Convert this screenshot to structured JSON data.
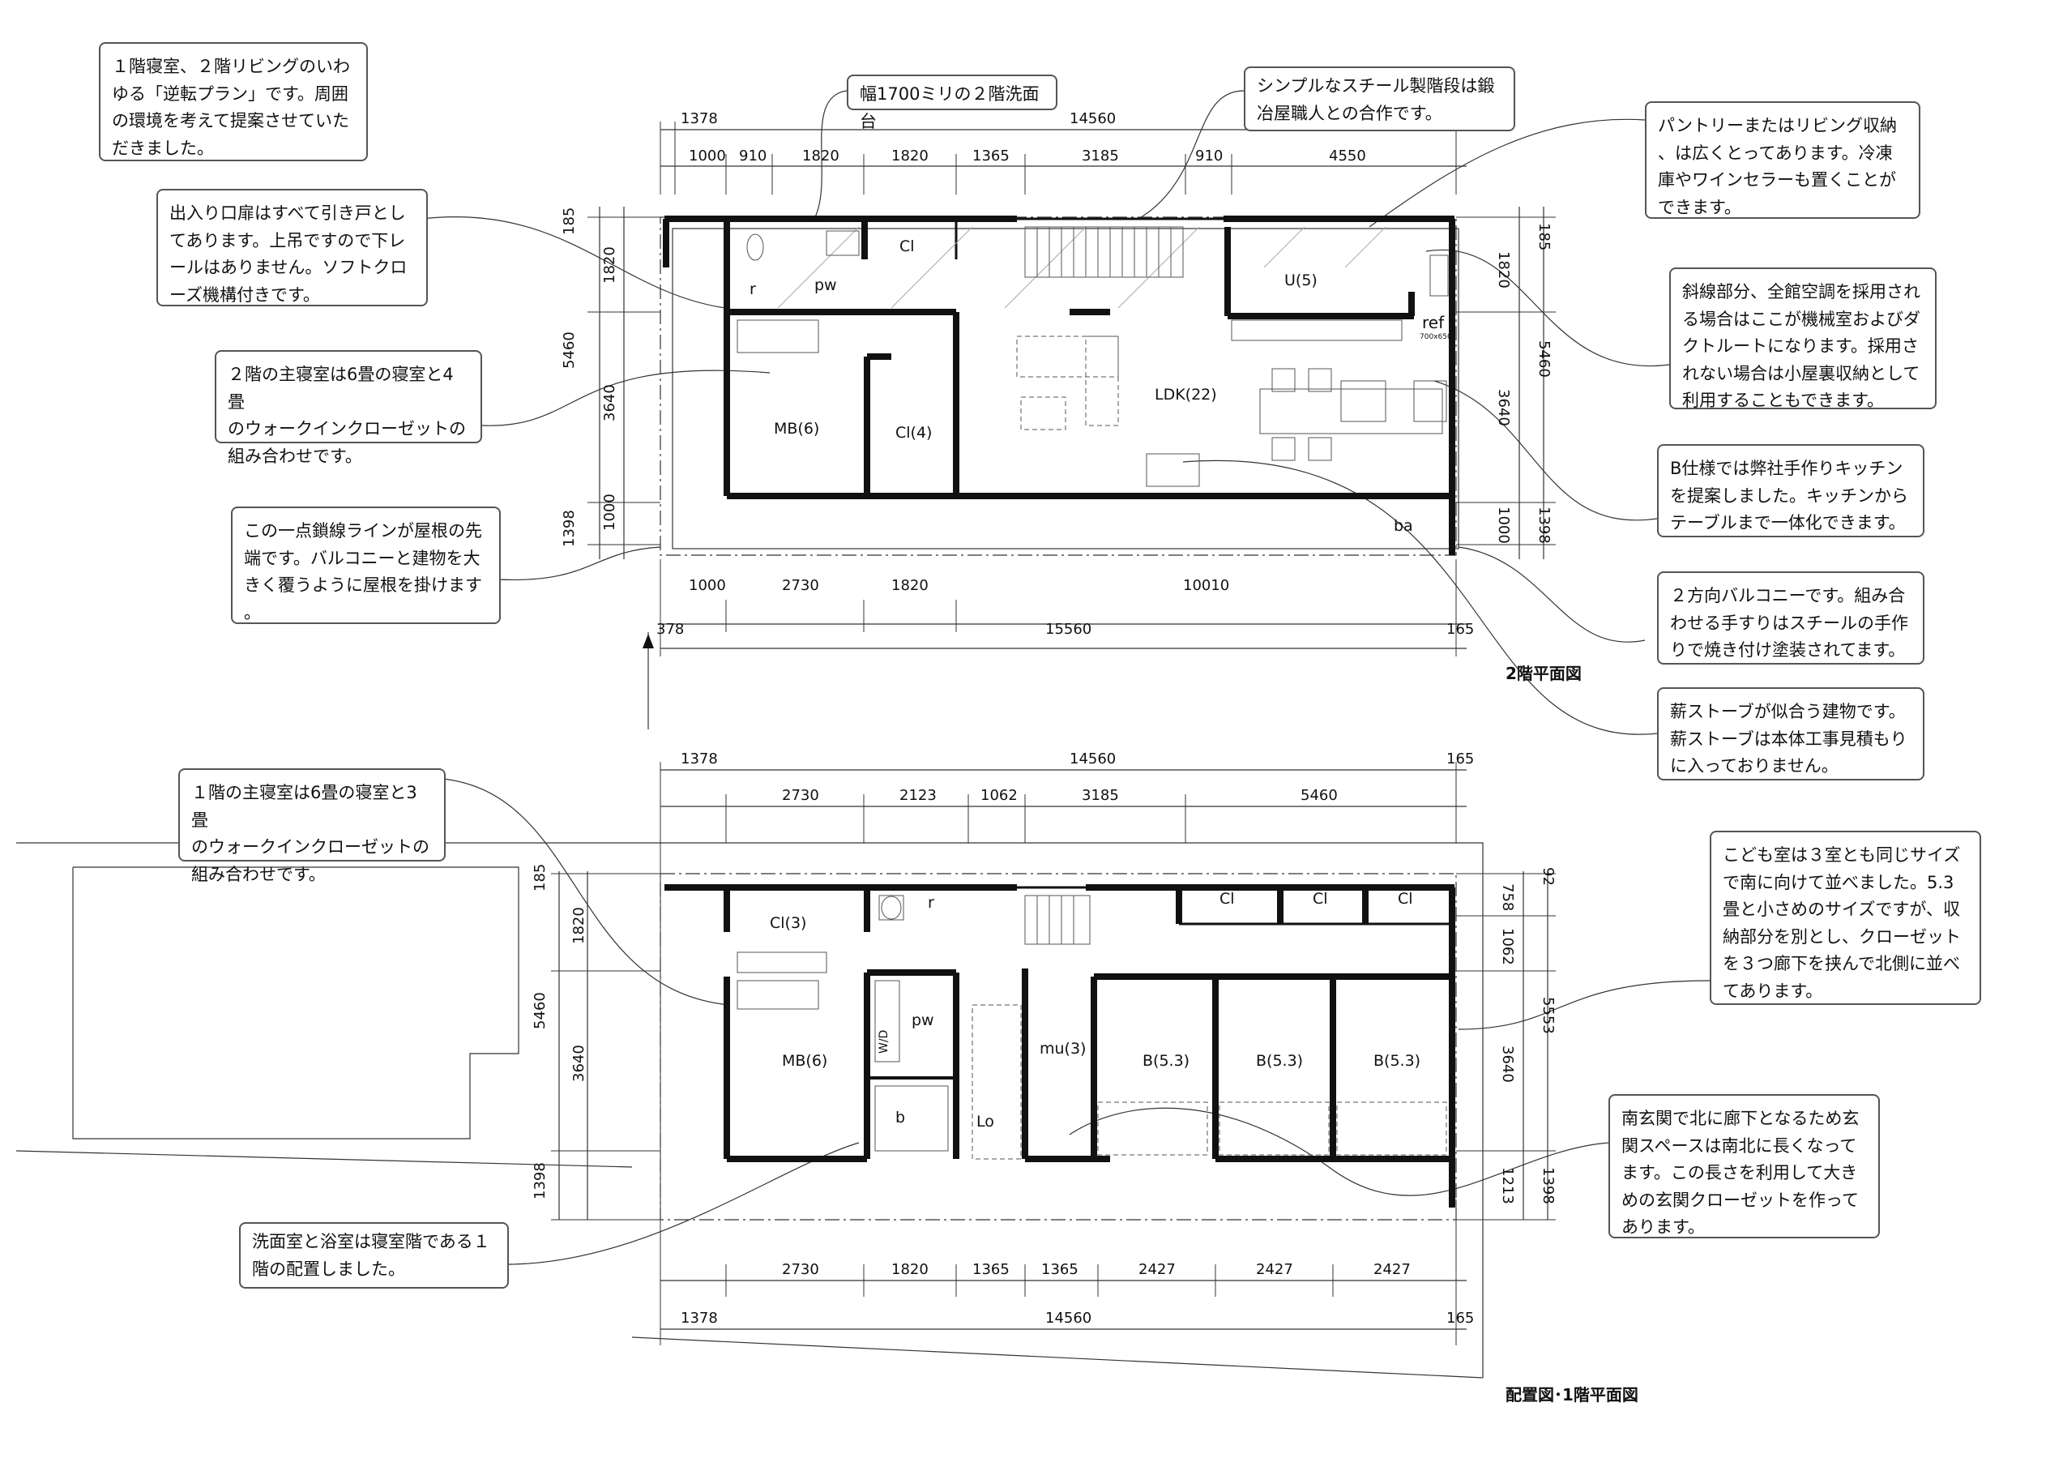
{
  "notes": [
    {
      "id": "n1",
      "text": "１階寝室、２階リビングのいわ\nゆる「逆転プラン」です。周囲\nの環境を考えて提案させていた\nだきました。"
    },
    {
      "id": "n2",
      "text": "幅1700ミリの２階洗面台"
    },
    {
      "id": "n3",
      "text": "シンプルなスチール製階段は鍛\n冶屋職人との合作です。"
    },
    {
      "id": "n4",
      "text": "パントリーまたはリビング収納\n、は広くとってあります。冷凍\n庫やワインセラーも置くことが\nできます。"
    },
    {
      "id": "n5",
      "text": "出入り口扉はすべて引き戸とし\nてあります。上吊ですので下レ\nールはありません。ソフトクロ\nーズ機構付きです。"
    },
    {
      "id": "n6",
      "text": "斜線部分、全館空調を採用され\nる場合はここが機械室およびダ\nクトルートになります。採用さ\nれない場合は小屋裏収納として\n利用することもできます。"
    },
    {
      "id": "n7",
      "text": "２階の主寝室は6畳の寝室と4畳\nのウォークインクローゼットの\n組み合わせです。"
    },
    {
      "id": "n8",
      "text": "B仕様では弊社手作りキッチン\nを提案しました。キッチンから\nテーブルまで一体化できます。"
    },
    {
      "id": "n9",
      "text": "この一点鎖線ラインが屋根の先\n端です。バルコニーと建物を大\nきく覆うように屋根を掛けます\n。"
    },
    {
      "id": "n10",
      "text": "２方向バルコニーです。組み合\nわせる手すりはスチールの手作\nりで焼き付け塗装されてます。"
    },
    {
      "id": "n11",
      "text": "薪ストーブが似合う建物です。\n薪ストーブは本体工事見積もり\nに入っておりません。"
    },
    {
      "id": "n12",
      "text": "１階の主寝室は6畳の寝室と3畳\nのウォークインクローゼットの\n組み合わせです。"
    },
    {
      "id": "n13",
      "text": "こども室は３室とも同じサイズ\nで南に向けて並べました。5.3\n畳と小さめのサイズですが、収\n納部分を別とし、クローゼット\nを３つ廊下を挟んで北側に並べ\nてあります。"
    },
    {
      "id": "n14",
      "text": "南玄関で北に廊下となるため玄\n関スペースは南北に長くなって\nます。この長さを利用して大き\nめの玄関クローゼットを作って\nあります。"
    },
    {
      "id": "n15",
      "text": "洗面室と浴室は寝室階である１\n階の配置しました。"
    }
  ],
  "titles": {
    "floor2": "2階平面図",
    "floor1": "配置図･1階平面図"
  },
  "floor2": {
    "top_dims_outer": [
      "1378",
      "14560"
    ],
    "top_dims_inner": [
      "1000",
      "910",
      "1820",
      "1820",
      "1365",
      "3185",
      "910",
      "4550"
    ],
    "bottom_dims": [
      "1000",
      "2730",
      "1820",
      "10010"
    ],
    "bottom_total": [
      "378",
      "15560",
      "165"
    ],
    "left_dims_outer": [
      "185",
      "5460",
      "1398"
    ],
    "left_dims_inner": [
      "1820",
      "3640",
      "1000"
    ],
    "right_dims_outer": [
      "185",
      "5460",
      "1398"
    ],
    "right_dims_inner": [
      "1820",
      "3640",
      "1000"
    ],
    "rooms": [
      "r",
      "pw",
      "Cl",
      "U(5)",
      "ref",
      "700x650",
      "MB(6)",
      "Cl(4)",
      "LDK(22)",
      "ba"
    ]
  },
  "floor1": {
    "top_dims_outer": [
      "1378",
      "14560",
      "165"
    ],
    "top_dims_inner": [
      "2730",
      "2123",
      "1062",
      "3185",
      "5460"
    ],
    "bottom_dims": [
      "2730",
      "1820",
      "1365",
      "1365",
      "2427",
      "2427",
      "2427"
    ],
    "bottom_total": [
      "1378",
      "14560",
      "165"
    ],
    "left_dims_outer": [
      "185",
      "5460",
      "1398"
    ],
    "left_dims_inner": [
      "1820",
      "3640"
    ],
    "right_dims_outer": [
      "92",
      "5553",
      "1398"
    ],
    "right_dims_inner": [
      "758",
      "1062",
      "3640",
      "1213"
    ],
    "rooms": [
      "Cl(3)",
      "r",
      "Cl",
      "Cl",
      "Cl",
      "MB(6)",
      "pw",
      "W/D",
      "mu(3)",
      "B(5.3)",
      "B(5.3)",
      "B(5.3)",
      "b",
      "Lo"
    ]
  }
}
